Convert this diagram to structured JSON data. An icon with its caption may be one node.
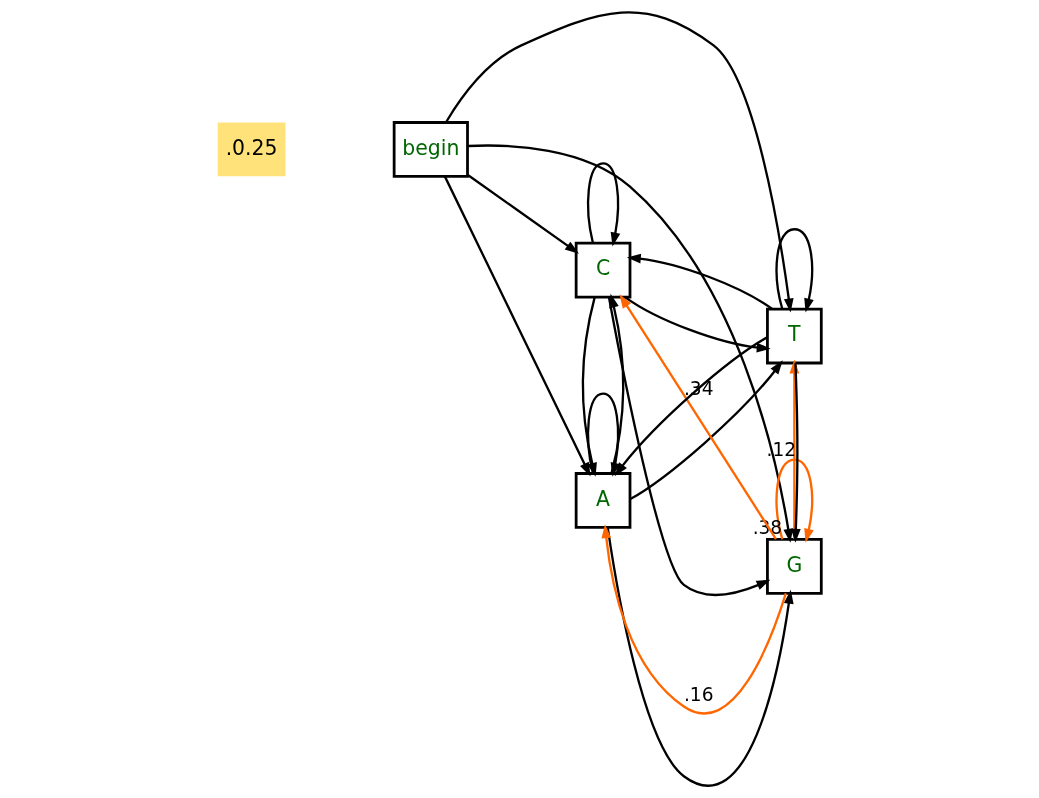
{
  "diagram": {
    "nodes": [
      {
        "text": [
          "begin"
        ]
      },
      {
        "text": [
          "A"
        ]
      },
      {
        "text": [
          "G"
        ]
      },
      {
        "text": [
          "C"
        ]
      },
      {
        "text": [
          "T"
        ]
      }
    ],
    "edges": [
      {
        "from": 0,
        "to": 1,
        "arrow": "to"
      },
      {
        "from": 0,
        "to": 3,
        "arrow": "to"
      },
      {
        "from": 0,
        "to": 2,
        "arrow": "to"
      },
      {
        "from": 0,
        "to": 4,
        "arrow": "to"
      },
      {
        "from": 1,
        "to": 1,
        "arrow": "to"
      },
      {
        "from": 2,
        "to": 2,
        "arrow": "to",
        "label": ".38",
        "color": "#ff6600"
      },
      {
        "from": 3,
        "to": 3,
        "arrow": "to"
      },
      {
        "from": 4,
        "to": 4,
        "arrow": "to"
      },
      {
        "from": 1,
        "to": 2,
        "arrow": "to"
      },
      {
        "from": 2,
        "to": 1,
        "arrow": "to",
        "label": ".16",
        "color": "#ff6600"
      },
      {
        "from": 1,
        "to": 3,
        "arrow": "to"
      },
      {
        "from": 3,
        "to": 1,
        "arrow": "to"
      },
      {
        "from": 2,
        "to": 4,
        "arrow": "to",
        "label": ".12",
        "color": "#ff6600"
      },
      {
        "from": 4,
        "to": 2,
        "arrow": "to"
      },
      {
        "from": 3,
        "to": 4,
        "arrow": "to"
      },
      {
        "from": 4,
        "to": 3,
        "arrow": "to"
      },
      {
        "from": 1,
        "to": 4,
        "arrow": "to"
      },
      {
        "from": 4,
        "to": 1,
        "arrow": "to"
      },
      {
        "from": 3,
        "to": 2,
        "arrow": "to"
      },
      {
        "from": 2,
        "to": 3,
        "arrow": "to",
        "label": ".34",
        "color": "#ff6600"
      }
    ],
    "labels": [
      ".0.25"
    ]
  }
}
